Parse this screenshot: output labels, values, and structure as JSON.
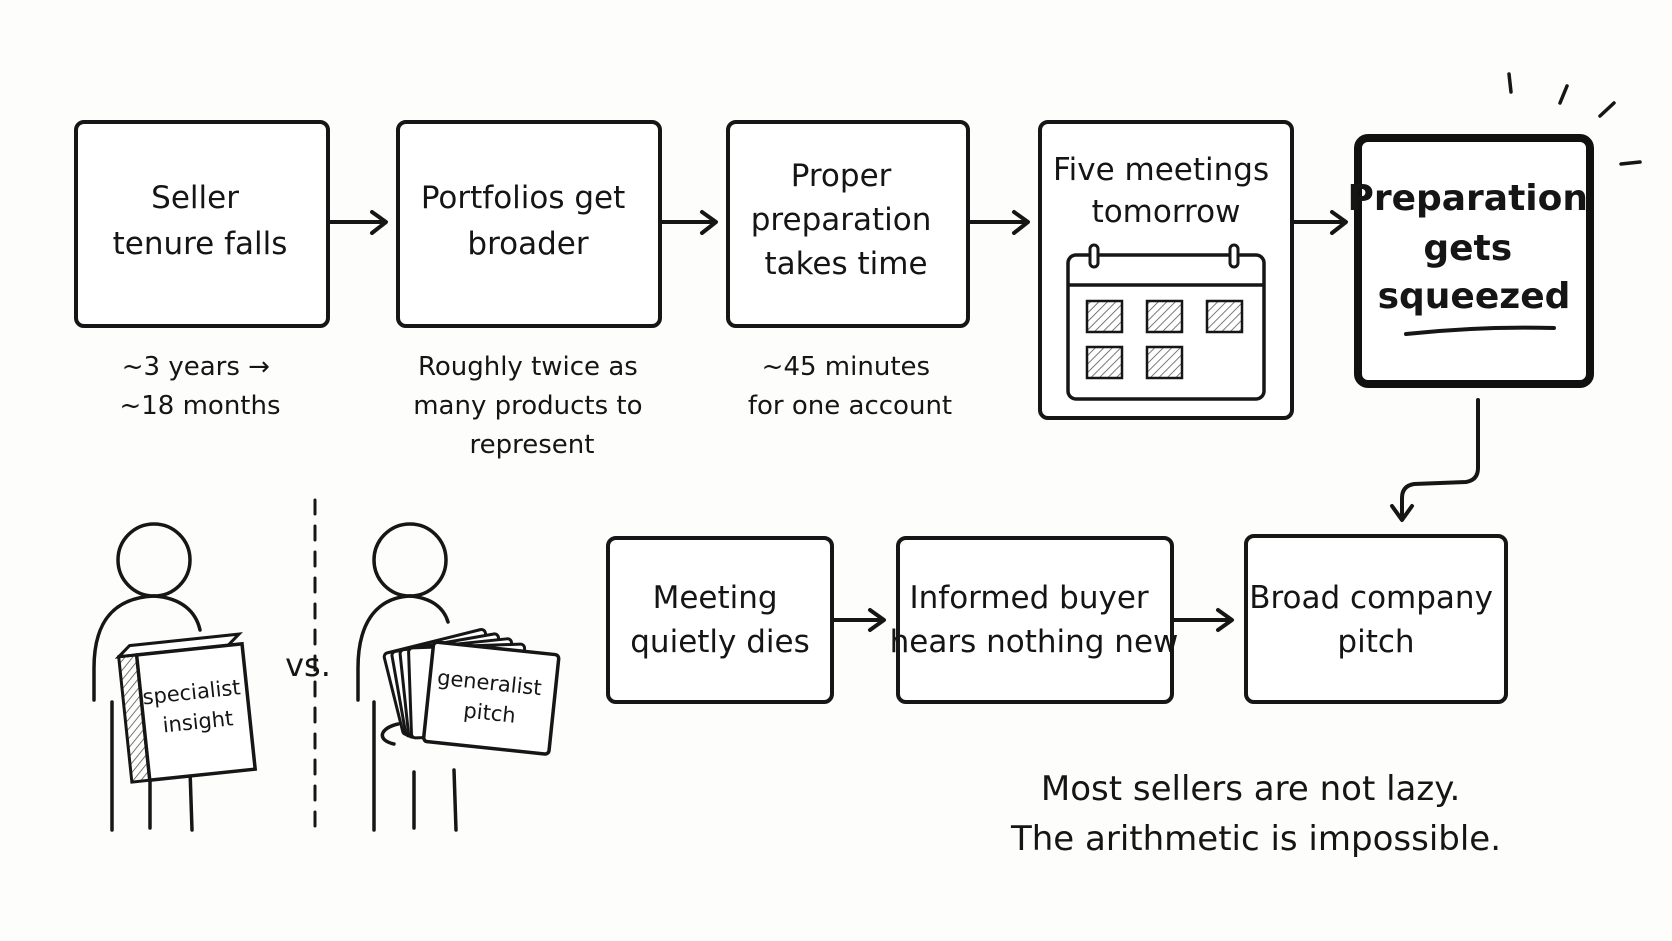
{
  "flow_top": [
    {
      "id": "tenure",
      "lines": [
        "Seller",
        "tenure falls"
      ],
      "note": [
        "~3 years →",
        "~18 months"
      ]
    },
    {
      "id": "portfolios",
      "lines": [
        "Portfolios get",
        "broader"
      ],
      "note": [
        "Roughly twice as",
        "many products to",
        "represent"
      ]
    },
    {
      "id": "preparation",
      "lines": [
        "Proper",
        "preparation",
        "takes time"
      ],
      "note": [
        "~45 minutes",
        "for one account"
      ]
    },
    {
      "id": "meetings",
      "lines": [
        "Five meetings",
        "tomorrow"
      ],
      "note": []
    },
    {
      "id": "squeezed",
      "lines": [
        "Preparation",
        "gets",
        "squeezed"
      ],
      "note": []
    }
  ],
  "flow_bottom": [
    {
      "id": "pitch",
      "lines": [
        "Broad company",
        "pitch"
      ]
    },
    {
      "id": "buyer",
      "lines": [
        "Informed buyer",
        "hears nothing new"
      ]
    },
    {
      "id": "dies",
      "lines": [
        "Meeting",
        "quietly dies"
      ]
    }
  ],
  "comparison": {
    "specialist_label": [
      "specialist",
      "insight"
    ],
    "vs_label": "vs.",
    "generalist_label": [
      "generalist",
      "pitch"
    ]
  },
  "tagline": [
    "Most sellers are not lazy.",
    "The arithmetic is impossible."
  ]
}
